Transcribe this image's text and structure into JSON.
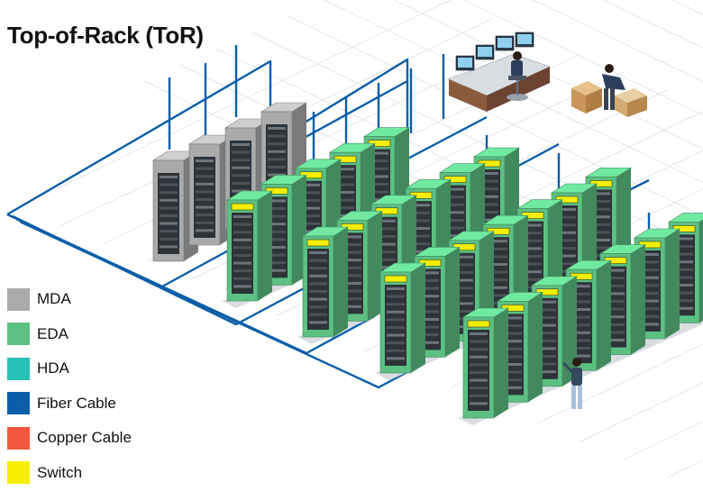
{
  "title": "Top-of-Rack (ToR)",
  "legend": [
    {
      "label": "MDA",
      "color": "#aaaaaa",
      "name": "mda"
    },
    {
      "label": "EDA",
      "color": "#5cc083",
      "name": "eda"
    },
    {
      "label": "HDA",
      "color": "#29c0b8",
      "name": "hda"
    },
    {
      "label": "Fiber Cable",
      "color": "#0a5ea8",
      "name": "fiber-cable"
    },
    {
      "label": "Copper Cable",
      "color": "#f0573c",
      "name": "copper-cable"
    },
    {
      "label": "Switch",
      "color": "#f5ee00",
      "name": "switch"
    }
  ],
  "scene": {
    "mda_rack_count": 4,
    "eda_rows": [
      {
        "name": "eda-row-1",
        "racks": 5
      },
      {
        "name": "eda-row-2",
        "racks": 6
      },
      {
        "name": "eda-row-3",
        "racks": 7
      },
      {
        "name": "eda-row-4",
        "racks": 7
      }
    ],
    "people": [
      "operator-at-console",
      "worker-with-boxes",
      "technician-at-rack"
    ]
  }
}
